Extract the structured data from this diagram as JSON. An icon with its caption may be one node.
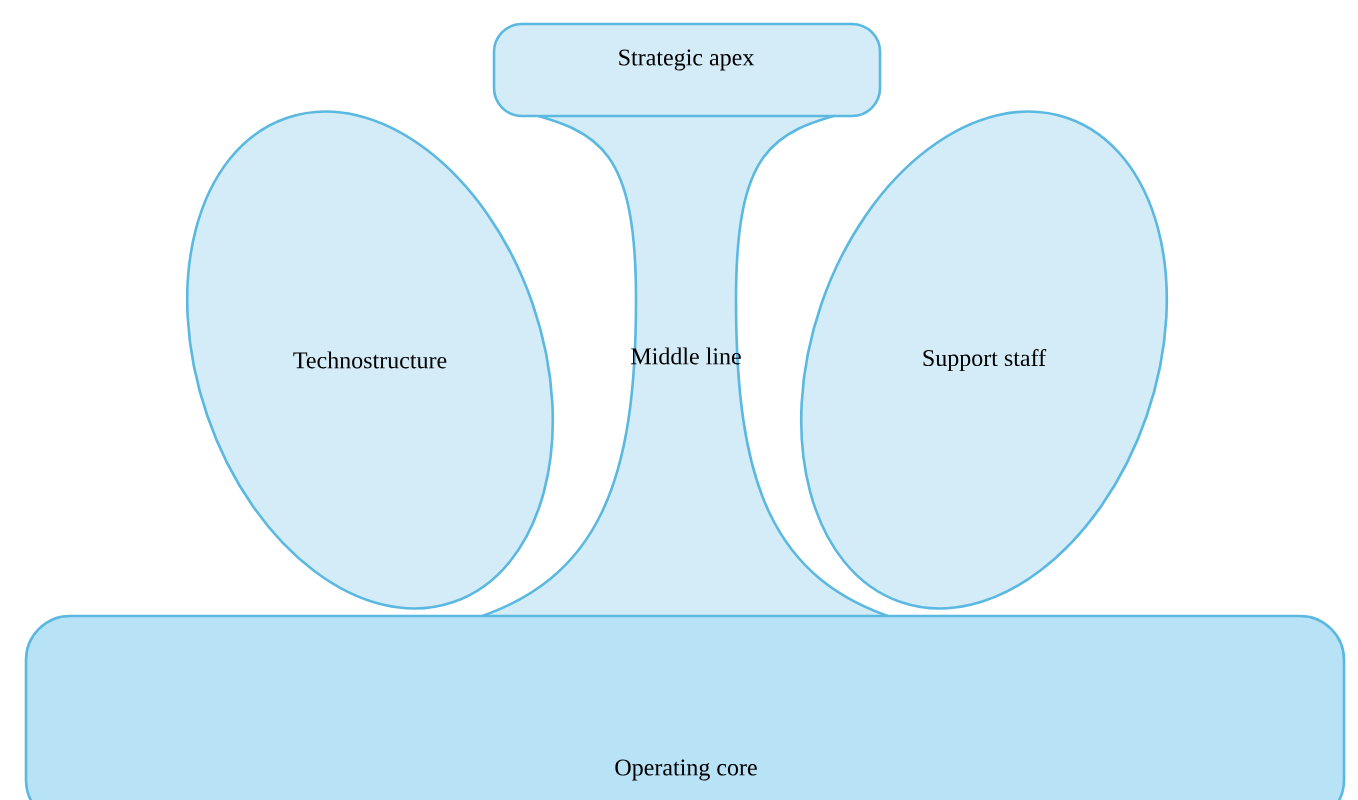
{
  "diagram": {
    "nodes": [
      {
        "text": [
          "Strategic apex"
        ]
      },
      {
        "text": [
          "Technostructure"
        ]
      },
      {
        "text": [
          "Middle line"
        ]
      },
      {
        "text": [
          "Support staff"
        ]
      },
      {
        "text": [
          "Operating core"
        ]
      }
    ]
  }
}
